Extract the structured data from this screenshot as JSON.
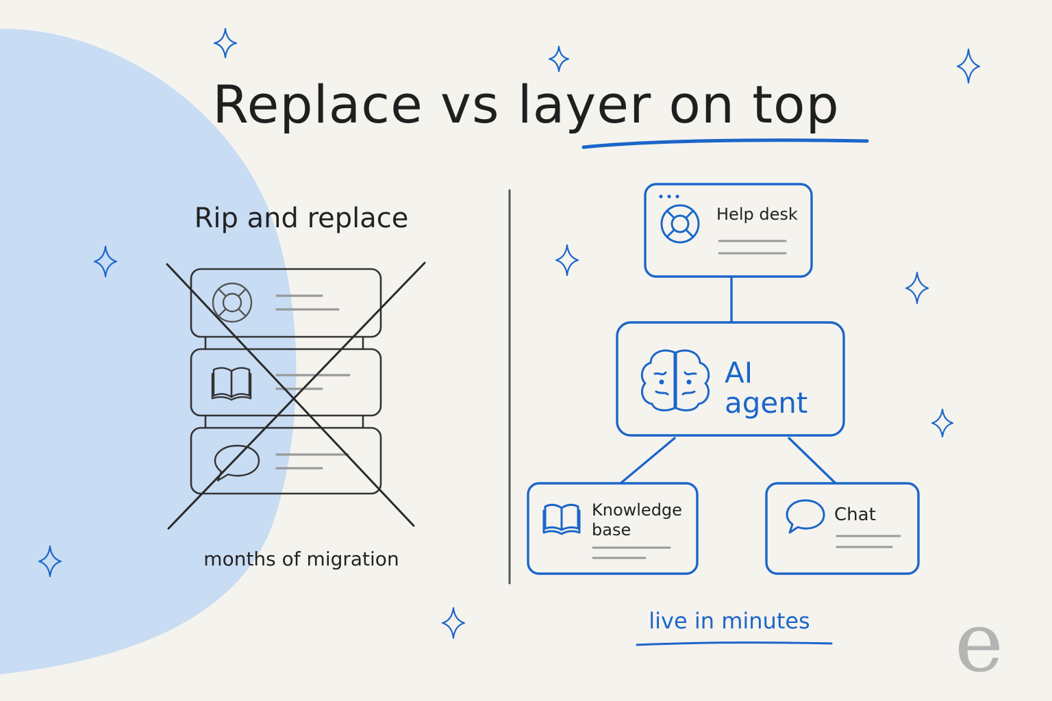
{
  "title": {
    "part1": "Replace vs",
    "part2": "layer on top"
  },
  "left": {
    "heading": "Rip and replace",
    "caption": "months of migration",
    "stack_icons": [
      "lifebuoy-icon",
      "book-icon",
      "chat-bubble-icon"
    ]
  },
  "right": {
    "nodes": {
      "help_desk": {
        "label": "Help desk",
        "icon": "lifebuoy-icon"
      },
      "ai_agent": {
        "label": "AI\nagent",
        "icon": "brain-icon"
      },
      "knowledge_base": {
        "label": "Knowledge\nbase",
        "icon": "book-icon"
      },
      "chat": {
        "label": "Chat",
        "icon": "chat-bubble-icon"
      }
    },
    "caption": "live in minutes"
  },
  "brand": {
    "logo_letter": "e"
  },
  "colors": {
    "accent": "#1b66c9",
    "ink": "#222222",
    "background": "#f5f3ee",
    "blob": "#c8dcf4",
    "muted": "#a8a8a8"
  }
}
